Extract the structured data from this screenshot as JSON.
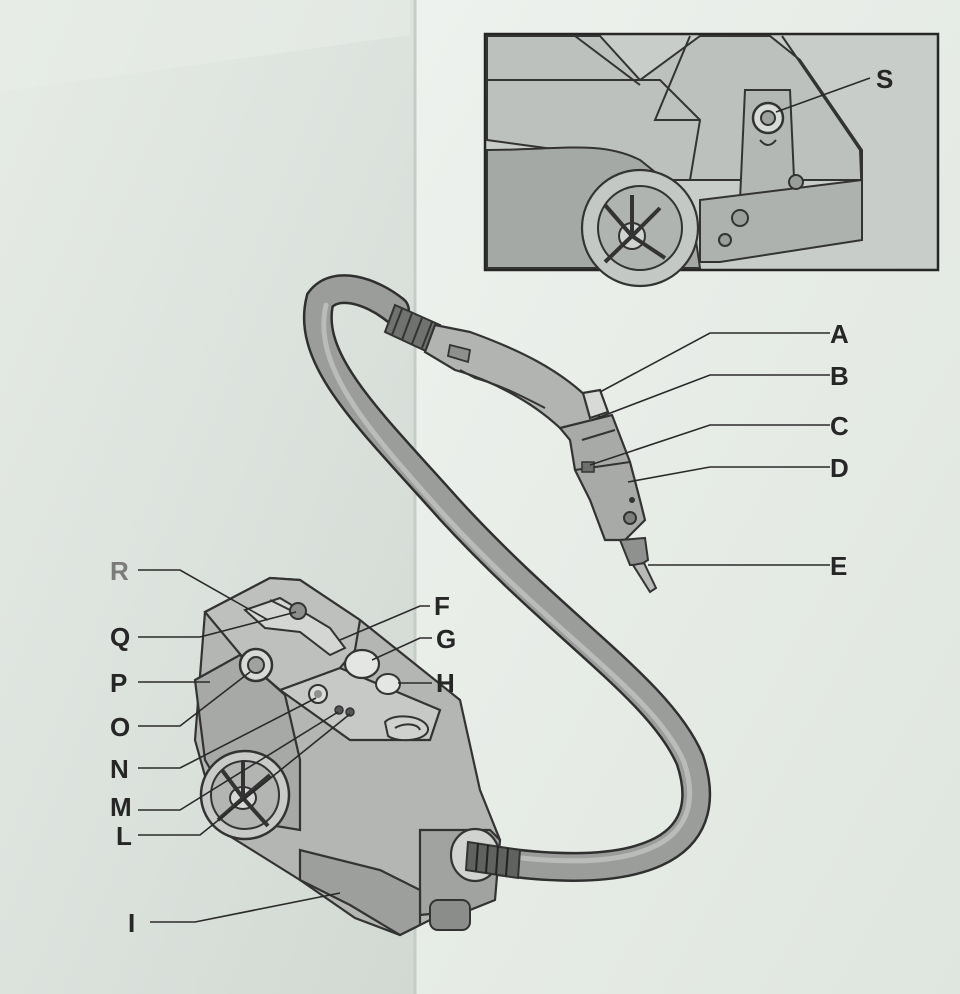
{
  "diagram": {
    "labels": {
      "A": "A",
      "B": "B",
      "C": "C",
      "D": "D",
      "E": "E",
      "F": "F",
      "G": "G",
      "H": "H",
      "I": "I",
      "L": "L",
      "M": "M",
      "N": "N",
      "O": "O",
      "P": "P",
      "Q": "Q",
      "R": "R",
      "S": "S"
    }
  },
  "colors": {
    "paper_left": "#dfe5e0",
    "paper_right": "#e9eee9",
    "ink": "#262626",
    "machine_gray": "#a9aca9",
    "hose_gray": "#8f928f"
  }
}
